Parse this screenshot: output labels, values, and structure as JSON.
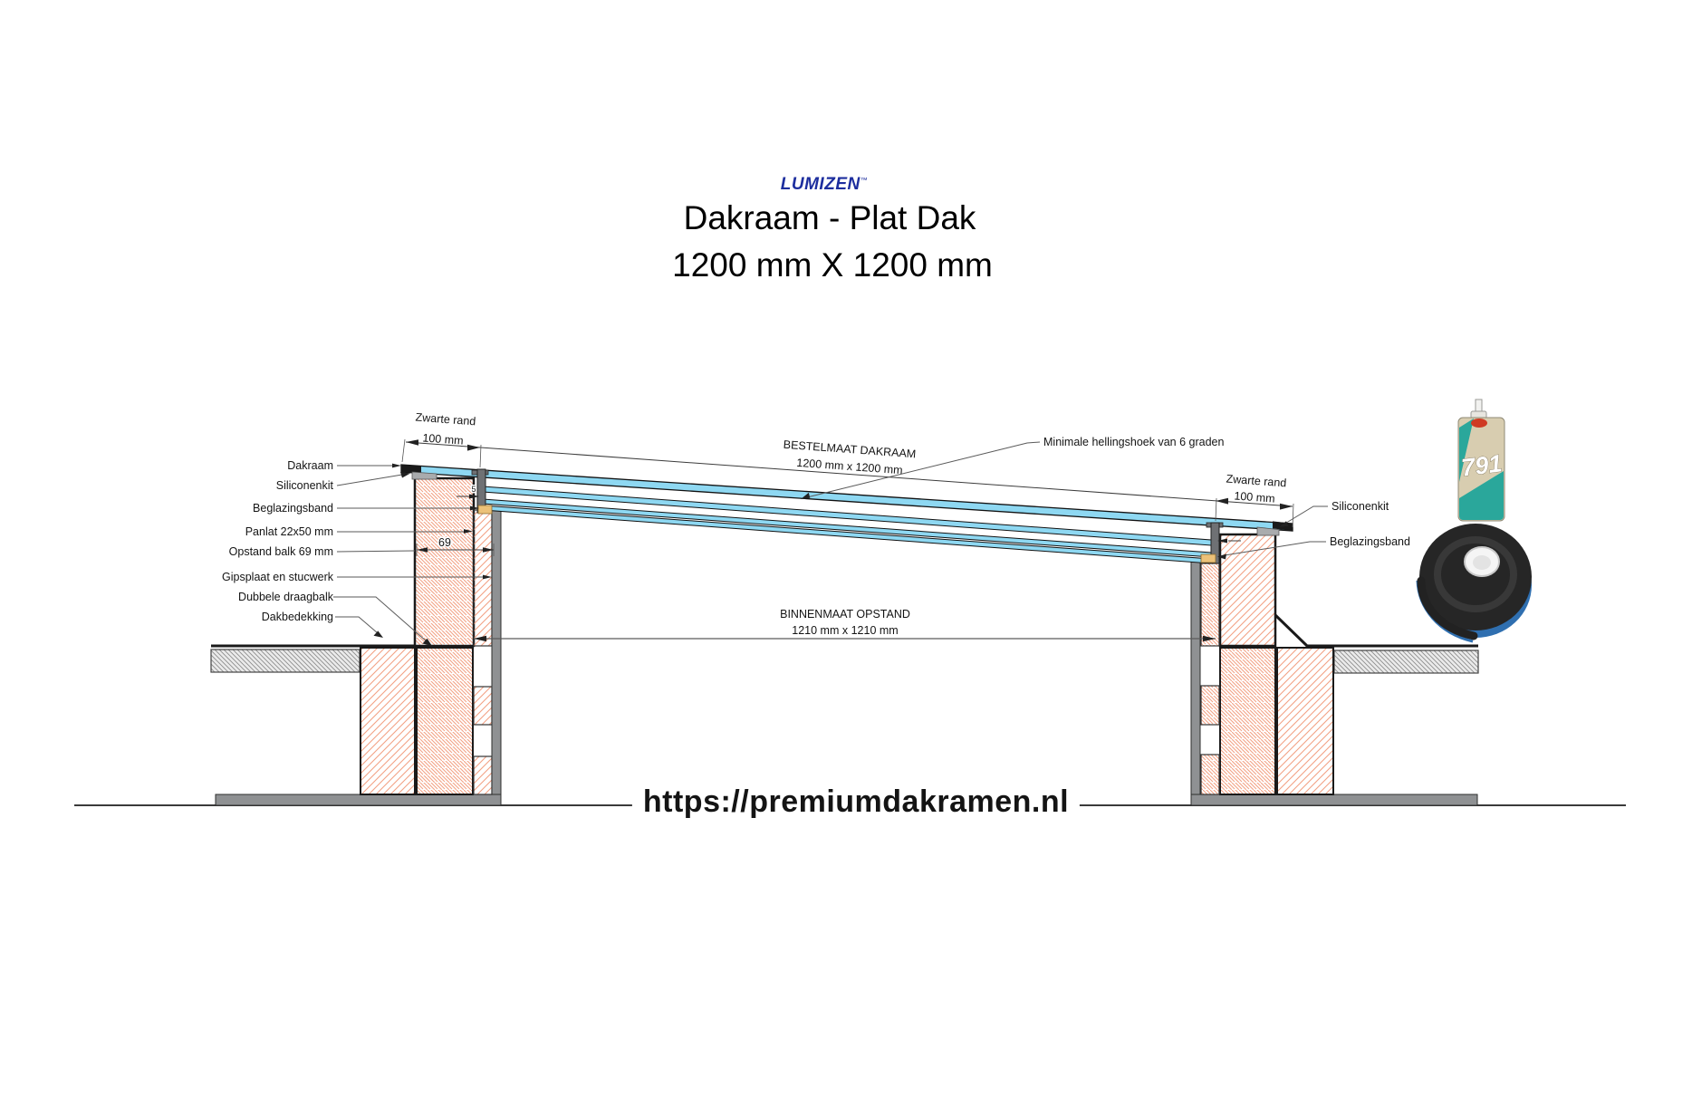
{
  "header": {
    "brand": "LUMIZEN",
    "brand_tm": "™",
    "title": "Dakraam - Plat Dak",
    "subtitle": "1200 mm X 1200 mm"
  },
  "drawing": {
    "labels_left": [
      "Dakraam",
      "Siliconenkit",
      "Beglazingsband",
      "Panlat 22x50 mm",
      "Opstand balk 69 mm",
      "Gipsplaat en stucwerk",
      "Dubbele draagbalk",
      "Dakbedekking"
    ],
    "labels_right": {
      "siliconenkit": "Siliconenkit",
      "beglazingsband": "Beglazingsband",
      "hellingshoek": "Minimale hellingshoek van 6 graden"
    },
    "dims": {
      "zwarte_rand_left_1": "Zwarte rand",
      "zwarte_rand_left_2": "100 mm",
      "zwarte_rand_right_1": "Zwarte rand",
      "zwarte_rand_right_2": "100 mm",
      "bestelmaat_1": "BESTELMAAT DAKRAAM",
      "bestelmaat_2": "1200 mm x 1200 mm",
      "binnenmaat_1": "BINNENMAAT OPSTAND",
      "binnenmaat_2": "1210 mm x 1210 mm",
      "opstand_width": "69",
      "glass_offset": "5"
    }
  },
  "products": {
    "sealant_number": "791"
  },
  "footer": {
    "url": "https://premiumdakramen.nl"
  },
  "colors": {
    "brand_blue": "#1d2e9e",
    "glass_cyan": "#8ed8f2",
    "wood_hatch_salmon": "#f2a285",
    "metal_gray": "#8f9193",
    "tape_blue": "#2f6fb0",
    "sealant_teal": "#2aa79b",
    "black_edge": "#1a1a1a"
  }
}
